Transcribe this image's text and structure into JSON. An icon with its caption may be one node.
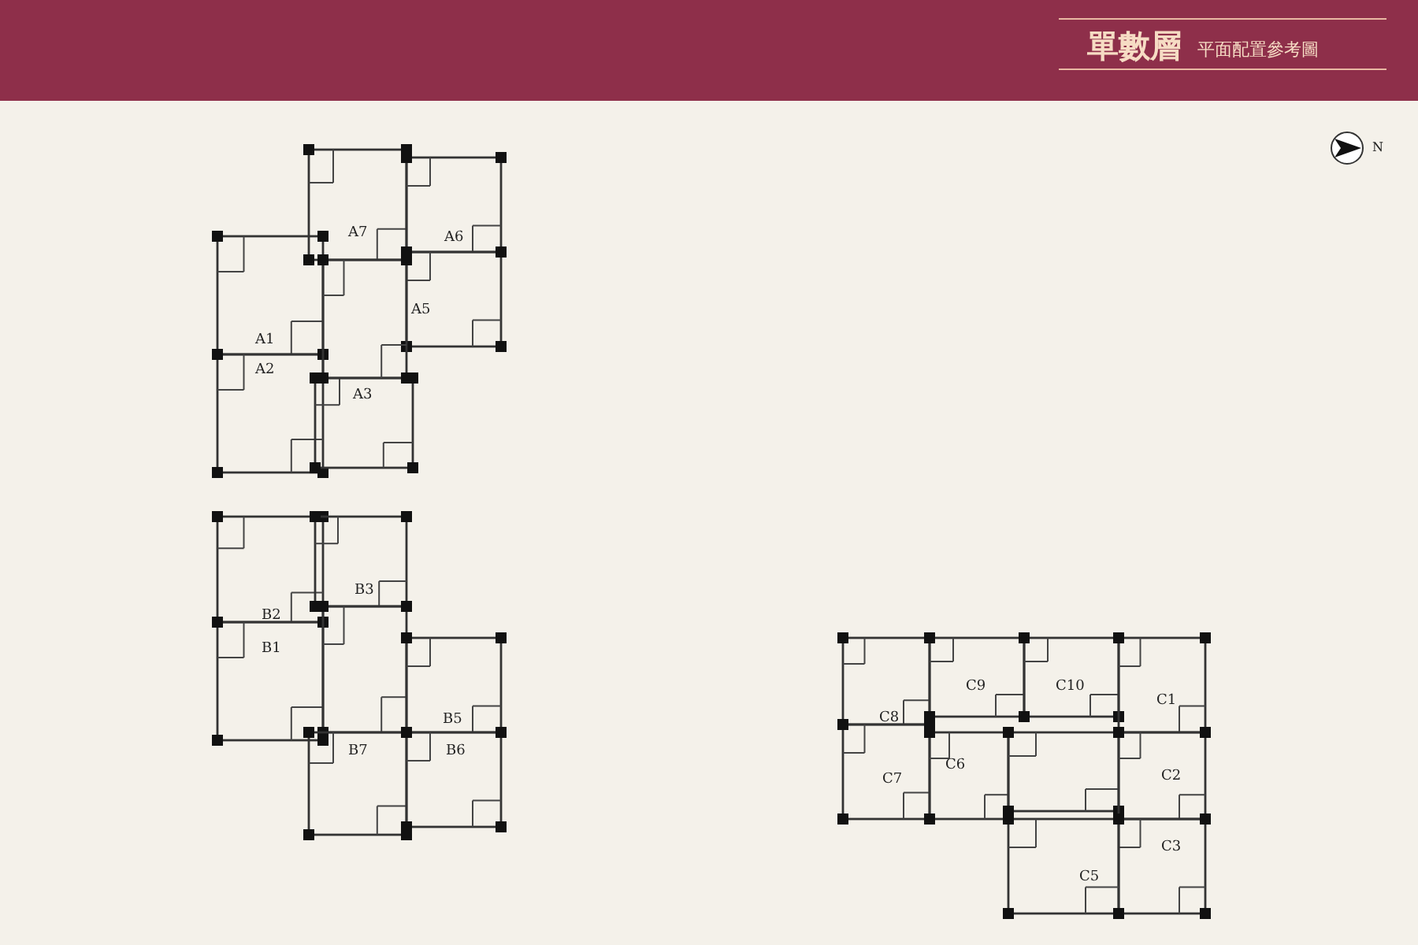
{
  "diagram": {
    "title": "單數層",
    "labels": [
      "平面配置參考圖",
      "N",
      "A7",
      "A6",
      "A5",
      "A1",
      "A2",
      "A3",
      "B3",
      "B2",
      "B1",
      "B5",
      "B7",
      "B6",
      "C9",
      "C10",
      "C8",
      "C1",
      "C6",
      "C7",
      "C2",
      "C3",
      "C5"
    ]
  }
}
